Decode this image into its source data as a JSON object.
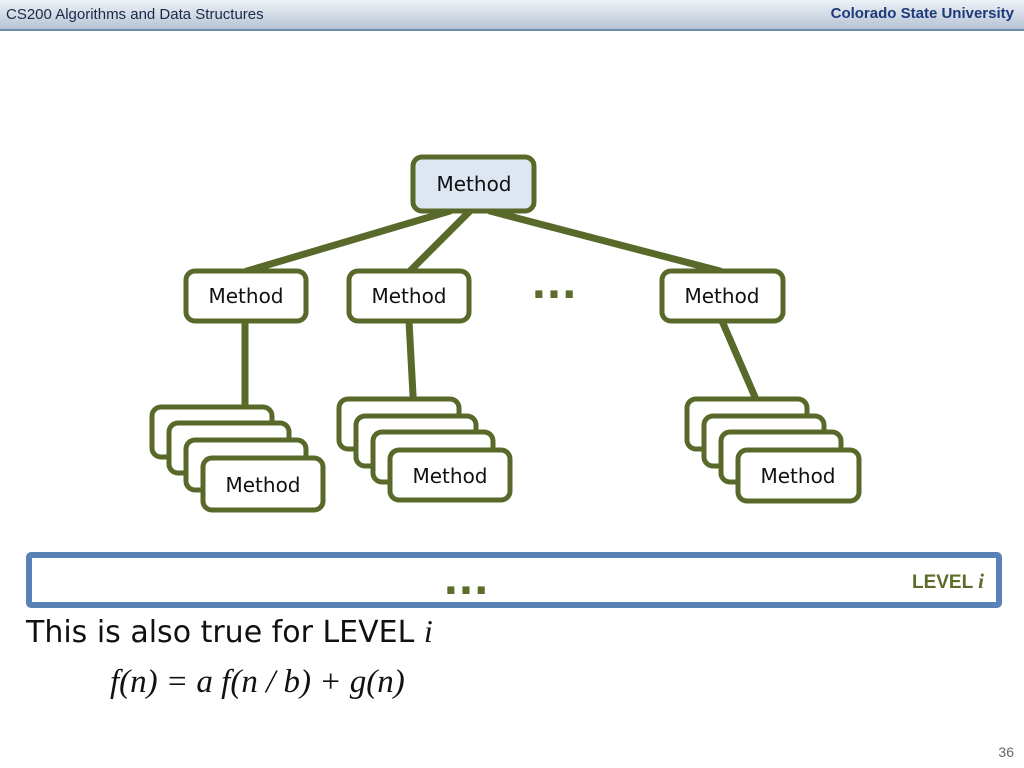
{
  "header": {
    "course": "CS200 Algorithms and Data Structures",
    "university": "Colorado State University"
  },
  "diagram": {
    "node_label": "Method",
    "ellipsis": "...",
    "level_label": "LEVEL",
    "level_var": "i"
  },
  "statement": {
    "text": "This is also true for LEVEL",
    "var": "i"
  },
  "formula": "f(n) = a f(n / b) + g(n)",
  "page_number": "36",
  "colors": {
    "node_border": "#59692a",
    "root_fill": "#dde6f1",
    "level_bar": "#5b82b6"
  }
}
